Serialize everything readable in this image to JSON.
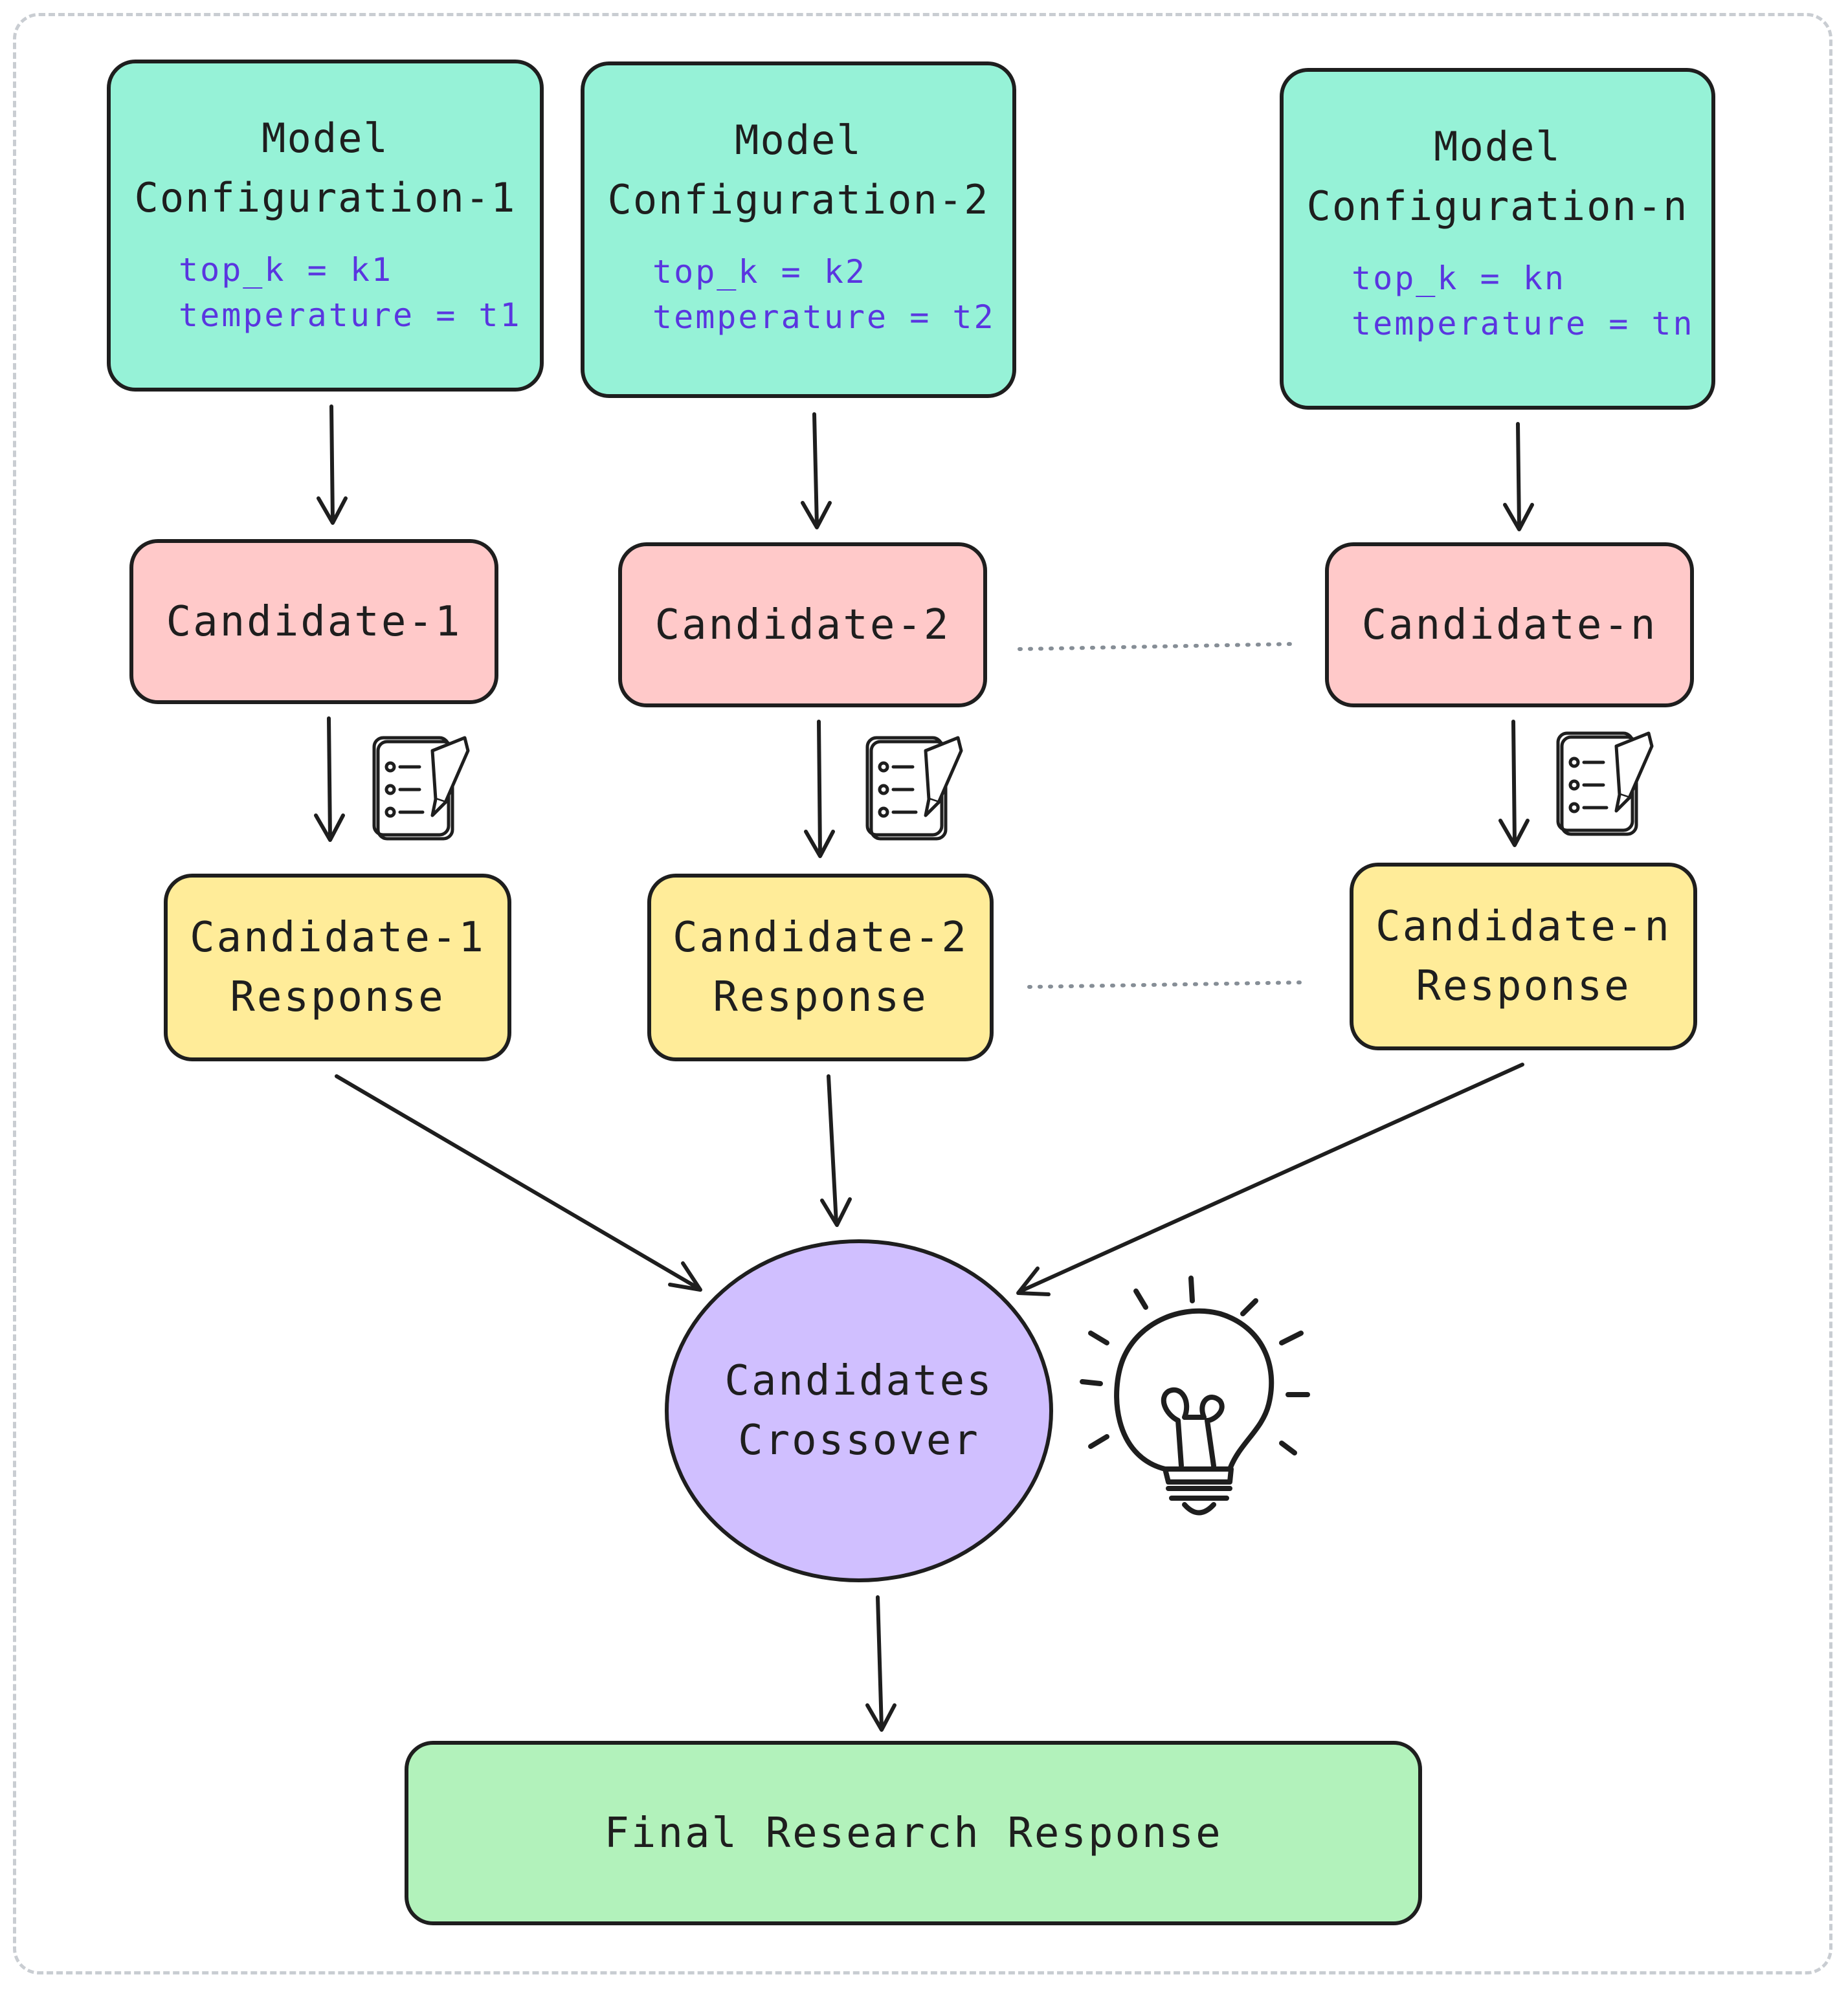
{
  "configs": [
    {
      "title1": "Model",
      "title2": "Configuration-1",
      "top_k": "top_k = k1",
      "temperature": "temperature = t1"
    },
    {
      "title1": "Model",
      "title2": "Configuration-2",
      "top_k": "top_k = k2",
      "temperature": "temperature = t2"
    },
    {
      "title1": "Model",
      "title2": "Configuration-n",
      "top_k": "top_k = kn",
      "temperature": "temperature = tn"
    }
  ],
  "candidates": [
    "Candidate-1",
    "Candidate-2",
    "Candidate-n"
  ],
  "responses": [
    {
      "line1": "Candidate-1",
      "line2": "Response"
    },
    {
      "line1": "Candidate-2",
      "line2": "Response"
    },
    {
      "line1": "Candidate-n",
      "line2": "Response"
    }
  ],
  "crossover": {
    "line1": "Candidates",
    "line2": "Crossover"
  },
  "final": "Final Research Response",
  "colors": {
    "config_fill": "#96f2d7",
    "candidate_fill": "#ffc9c9",
    "response_fill": "#ffec99",
    "crossover_fill": "#d0bfff",
    "final_fill": "#b2f2bb",
    "param_text": "#5a36e0",
    "stroke": "#1e1e1e"
  },
  "icons": [
    "checklist-edit-icon",
    "lightbulb-icon"
  ]
}
